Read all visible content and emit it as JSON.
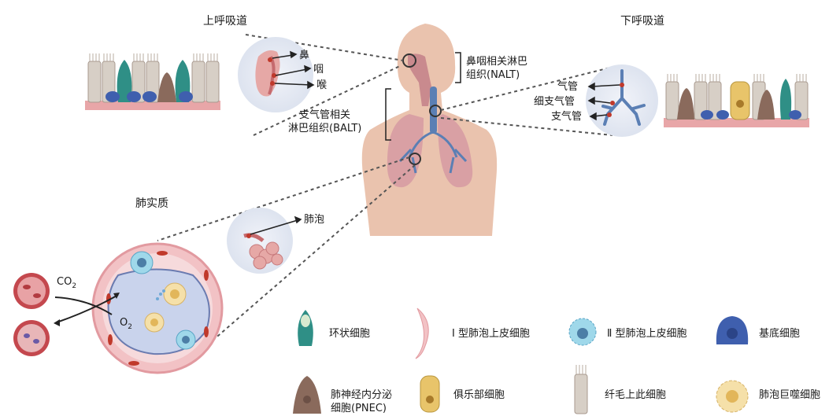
{
  "sections": {
    "upper_airway": "上呼吸道",
    "lower_airway": "下呼吸道",
    "parenchyma": "肺实质"
  },
  "labels": {
    "nose": "鼻",
    "pharynx": "咽",
    "larynx": "喉",
    "nalt_line1": "鼻咽相关淋巴",
    "nalt_line2": "组织(NALT)",
    "balt_line1": "支气管相关",
    "balt_line2": "淋巴组织(BALT)",
    "trachea": "气管",
    "bronchiole": "细支气管",
    "bronchus": "支气管",
    "alveolus": "肺泡",
    "co2": "CO",
    "co2_sub": "2",
    "o2": "O",
    "o2_sub": "2"
  },
  "legend": [
    {
      "icon": "goblet-cell-icon",
      "label": "环状细胞"
    },
    {
      "icon": "type1-alveolar-cell-icon",
      "label": "Ⅰ 型肺泡上皮细胞"
    },
    {
      "icon": "type2-alveolar-cell-icon",
      "label": "Ⅱ 型肺泡上皮细胞"
    },
    {
      "icon": "basal-cell-icon",
      "label": "基底细胞"
    },
    {
      "icon": "pnec-icon",
      "label": "肺神经内分泌",
      "label2": "细胞(PNEC)"
    },
    {
      "icon": "club-cell-icon",
      "label": "俱乐部细胞"
    },
    {
      "icon": "ciliated-cell-icon",
      "label": "纤毛上此细胞"
    },
    {
      "icon": "alveolar-macrophage-icon",
      "label": "肺泡巨噬细胞"
    }
  ],
  "colors": {
    "body_skin": "#eac3ae",
    "lung": "#d9a0a4",
    "airway_blue": "#5b7fb4",
    "goblet_teal": "#2f8f86",
    "basal_blue": "#3f5fae",
    "pnec_brown": "#8a6a5c",
    "club_yellow": "#e8c46a",
    "cilia_grey": "#d7cfc6",
    "circle_bg": "#e8ecf5",
    "rbc_red": "#c4484e"
  }
}
